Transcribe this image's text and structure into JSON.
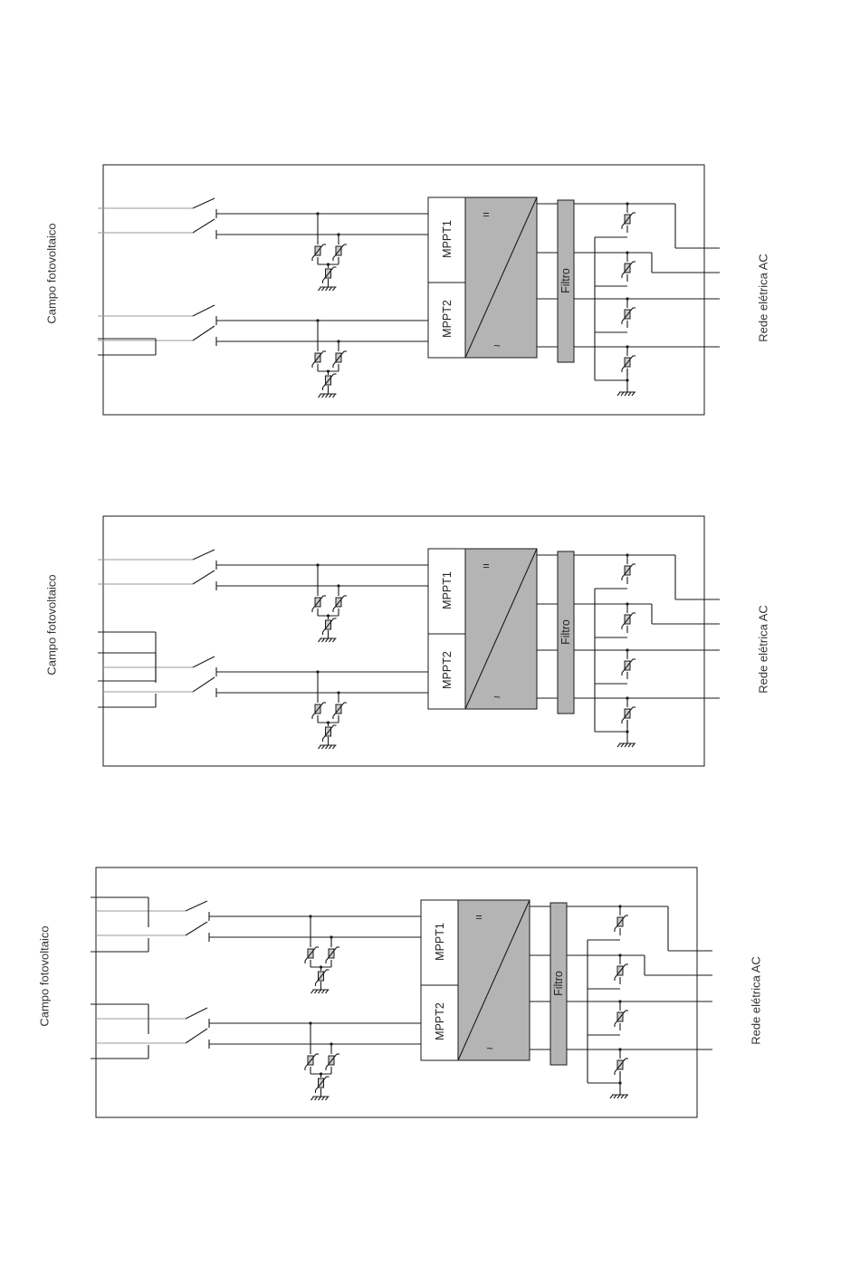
{
  "labels": {
    "pv_field": "Campo fotovoltaico",
    "ac_grid": "Rede elétrica AC",
    "mppt1": "MPPT1",
    "mppt2": "MPPT2",
    "filter": "Filtro",
    "dc_symbol": "=",
    "ac_symbol": "~"
  },
  "diagrams": [
    {
      "id": "diagram-1",
      "variant": "direct-strings"
    },
    {
      "id": "diagram-2",
      "variant": "parallel-strings-mppt2"
    },
    {
      "id": "diagram-3",
      "variant": "parallel-strings-both"
    }
  ],
  "colors": {
    "line": "#1a1a1a",
    "string_wire": "#9a9a9a",
    "inverter_fill": "#b4b4b4",
    "text": "#333333"
  }
}
